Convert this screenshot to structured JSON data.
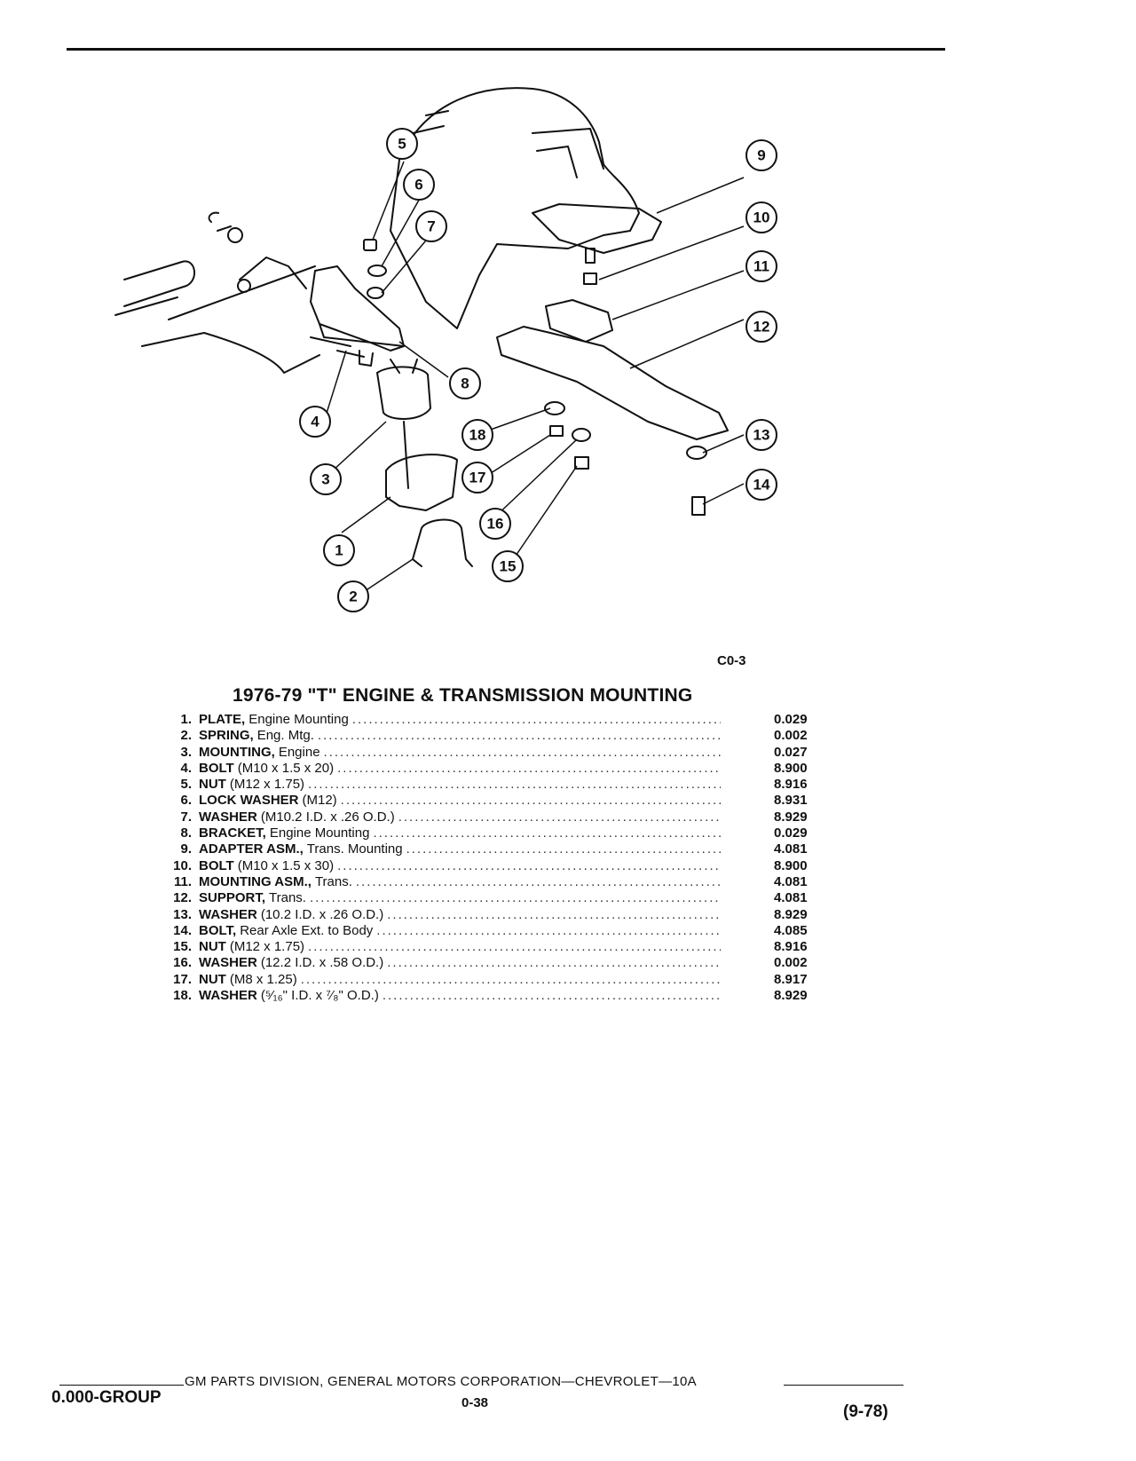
{
  "figure_code": "C0-3",
  "title": "1976-79 \"T\" ENGINE & TRANSMISSION MOUNTING",
  "callouts": [
    "1",
    "2",
    "3",
    "4",
    "5",
    "6",
    "7",
    "8",
    "9",
    "10",
    "11",
    "12",
    "13",
    "14",
    "15",
    "16",
    "17",
    "18"
  ],
  "parts": [
    {
      "num": "1.",
      "name": "PLATE,",
      "desc": "Engine Mounting",
      "code": "0.029"
    },
    {
      "num": "2.",
      "name": "SPRING,",
      "desc": "Eng. Mtg.",
      "code": "0.002"
    },
    {
      "num": "3.",
      "name": "MOUNTING,",
      "desc": "Engine",
      "code": "0.027"
    },
    {
      "num": "4.",
      "name": "BOLT",
      "desc": "(M10 x 1.5 x 20)",
      "code": "8.900"
    },
    {
      "num": "5.",
      "name": "NUT",
      "desc": "(M12 x 1.75)",
      "code": "8.916"
    },
    {
      "num": "6.",
      "name": "LOCK WASHER",
      "desc": "(M12)",
      "code": "8.931"
    },
    {
      "num": "7.",
      "name": "WASHER",
      "desc": "(M10.2 I.D. x .26 O.D.)",
      "code": "8.929"
    },
    {
      "num": "8.",
      "name": "BRACKET,",
      "desc": "Engine Mounting",
      "code": "0.029"
    },
    {
      "num": "9.",
      "name": "ADAPTER ASM.,",
      "desc": "Trans. Mounting",
      "code": "4.081"
    },
    {
      "num": "10.",
      "name": "BOLT",
      "desc": "(M10 x 1.5 x 30)",
      "code": "8.900"
    },
    {
      "num": "11.",
      "name": "MOUNTING ASM.,",
      "desc": "Trans.",
      "code": "4.081"
    },
    {
      "num": "12.",
      "name": "SUPPORT,",
      "desc": "Trans.",
      "code": "4.081"
    },
    {
      "num": "13.",
      "name": "WASHER",
      "desc": "(10.2 I.D. x .26 O.D.)",
      "code": "8.929"
    },
    {
      "num": "14.",
      "name": "BOLT,",
      "desc": "Rear Axle Ext. to Body",
      "code": "4.085"
    },
    {
      "num": "15.",
      "name": "NUT",
      "desc": "(M12 x 1.75)",
      "code": "8.916"
    },
    {
      "num": "16.",
      "name": "WASHER",
      "desc": "(12.2 I.D. x .58 O.D.)",
      "code": "0.002"
    },
    {
      "num": "17.",
      "name": "NUT",
      "desc": "(M8 x 1.25)",
      "code": "8.917"
    },
    {
      "num": "18.",
      "name": "WASHER",
      "desc": "(⁵⁄₁₆\" I.D. x ⁷⁄₈\" O.D.)",
      "code": "8.929"
    }
  ],
  "footer": {
    "publisher_line": "GM PARTS DIVISION, GENERAL MOTORS CORPORATION—CHEVROLET—10A",
    "group": "0.000-GROUP",
    "page": "0-38",
    "revision": "(9-78)"
  }
}
